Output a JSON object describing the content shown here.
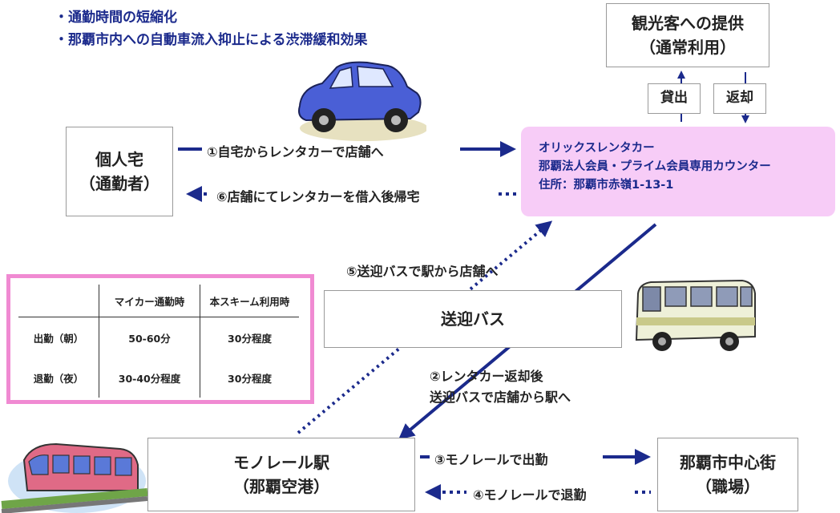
{
  "benefits": [
    "・通勤時間の短縮化",
    "・那覇市内への自動車流入抑止による渋滞緩和効果"
  ],
  "boxes": {
    "home": [
      "個人宅",
      "（通勤者）"
    ],
    "tourist": [
      "観光客への提供",
      "（通常利用）"
    ],
    "lend": "貸出",
    "return": "返却",
    "bus": "送迎バス",
    "mono": [
      "モノレール駅",
      "（那覇空港）"
    ],
    "city": [
      "那覇市中心街",
      "（職場）"
    ]
  },
  "counter": [
    "オリックスレンタカー",
    "那覇法人会員・プライム会員専用カウンター",
    "住所：那覇市赤嶺1-13-1"
  ],
  "steps": {
    "s1": "①自宅からレンタカーで店舗へ",
    "s6": "⑥店舗にてレンタカーを借入後帰宅",
    "s5": "⑤送迎バスで駅から店舗へ",
    "s2a": "②レンタカー返却後",
    "s2b": "送迎バスで店舗から駅へ",
    "s3": "③モノレールで出勤",
    "s4": "④モノレールで退勤"
  },
  "table": {
    "headers": [
      "",
      "マイカー通勤時",
      "本スキーム利用時"
    ],
    "rows": [
      [
        "出勤（朝）",
        "50-60分",
        "30分程度"
      ],
      [
        "退勤（夜）",
        "30-40分程度",
        "30分程度"
      ]
    ]
  },
  "colors": {
    "arrow": "#1b2a8c",
    "counter_bg": "#f7ccf7",
    "table_border": "#f08ad2",
    "benefit_text": "#1b2a8c"
  },
  "icons": [
    "car-icon",
    "bus-icon",
    "monorail-icon"
  ]
}
